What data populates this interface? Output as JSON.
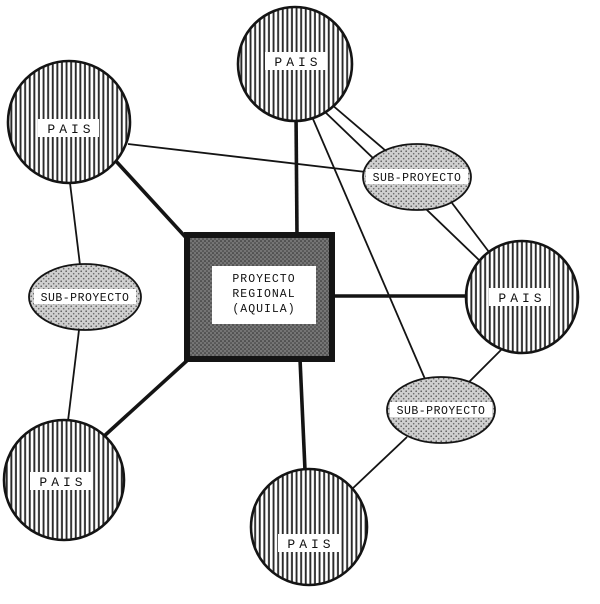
{
  "diagram": {
    "title": "Proyecto regional network diagram",
    "paper_color": "#ffffff",
    "ink_color": "#141414",
    "stipple_gray": "#c9c9c9",
    "dark_fill_gray": "#757575",
    "center_node": {
      "id": "proyecto-regional",
      "type": "regional-project",
      "label_lines": [
        "PROYECTO",
        "REGIONAL",
        "(AQUILA)"
      ]
    },
    "nodes": [
      {
        "id": "pais-top",
        "type": "pais",
        "label": "PAIS"
      },
      {
        "id": "pais-top-left",
        "type": "pais",
        "label": "PAIS"
      },
      {
        "id": "sub-proyecto-upper-right",
        "type": "sub-proyecto",
        "label": "SUB-PROYECTO"
      },
      {
        "id": "pais-right",
        "type": "pais",
        "label": "PAIS"
      },
      {
        "id": "sub-proyecto-left",
        "type": "sub-proyecto",
        "label": "SUB-PROYECTO"
      },
      {
        "id": "sub-proyecto-lower-right",
        "type": "sub-proyecto",
        "label": "SUB-PROYECTO"
      },
      {
        "id": "pais-bottom-left",
        "type": "pais",
        "label": "PAIS"
      },
      {
        "id": "pais-bottom",
        "type": "pais",
        "label": "PAIS"
      }
    ],
    "edges": [
      {
        "from": "proyecto-regional",
        "to": "pais-top",
        "weight": "thick"
      },
      {
        "from": "proyecto-regional",
        "to": "pais-top-left",
        "weight": "thick"
      },
      {
        "from": "proyecto-regional",
        "to": "pais-right",
        "weight": "thick"
      },
      {
        "from": "proyecto-regional",
        "to": "pais-bottom-left",
        "weight": "thick"
      },
      {
        "from": "proyecto-regional",
        "to": "pais-bottom",
        "weight": "thick"
      },
      {
        "from": "pais-top-left",
        "to": "sub-proyecto-left",
        "weight": "thin"
      },
      {
        "from": "sub-proyecto-left",
        "to": "pais-bottom-left",
        "weight": "thin"
      },
      {
        "from": "pais-top-left",
        "to": "sub-proyecto-upper-right",
        "weight": "thin"
      },
      {
        "from": "pais-top",
        "to": "sub-proyecto-upper-right",
        "weight": "thin"
      },
      {
        "from": "sub-proyecto-upper-right",
        "to": "pais-right",
        "weight": "thin"
      },
      {
        "from": "pais-top",
        "to": "pais-right",
        "weight": "thin"
      },
      {
        "from": "pais-top",
        "to": "sub-proyecto-lower-right",
        "weight": "thin"
      },
      {
        "from": "pais-right",
        "to": "sub-proyecto-lower-right",
        "weight": "thin"
      },
      {
        "from": "sub-proyecto-lower-right",
        "to": "pais-bottom",
        "weight": "thin"
      }
    ]
  }
}
